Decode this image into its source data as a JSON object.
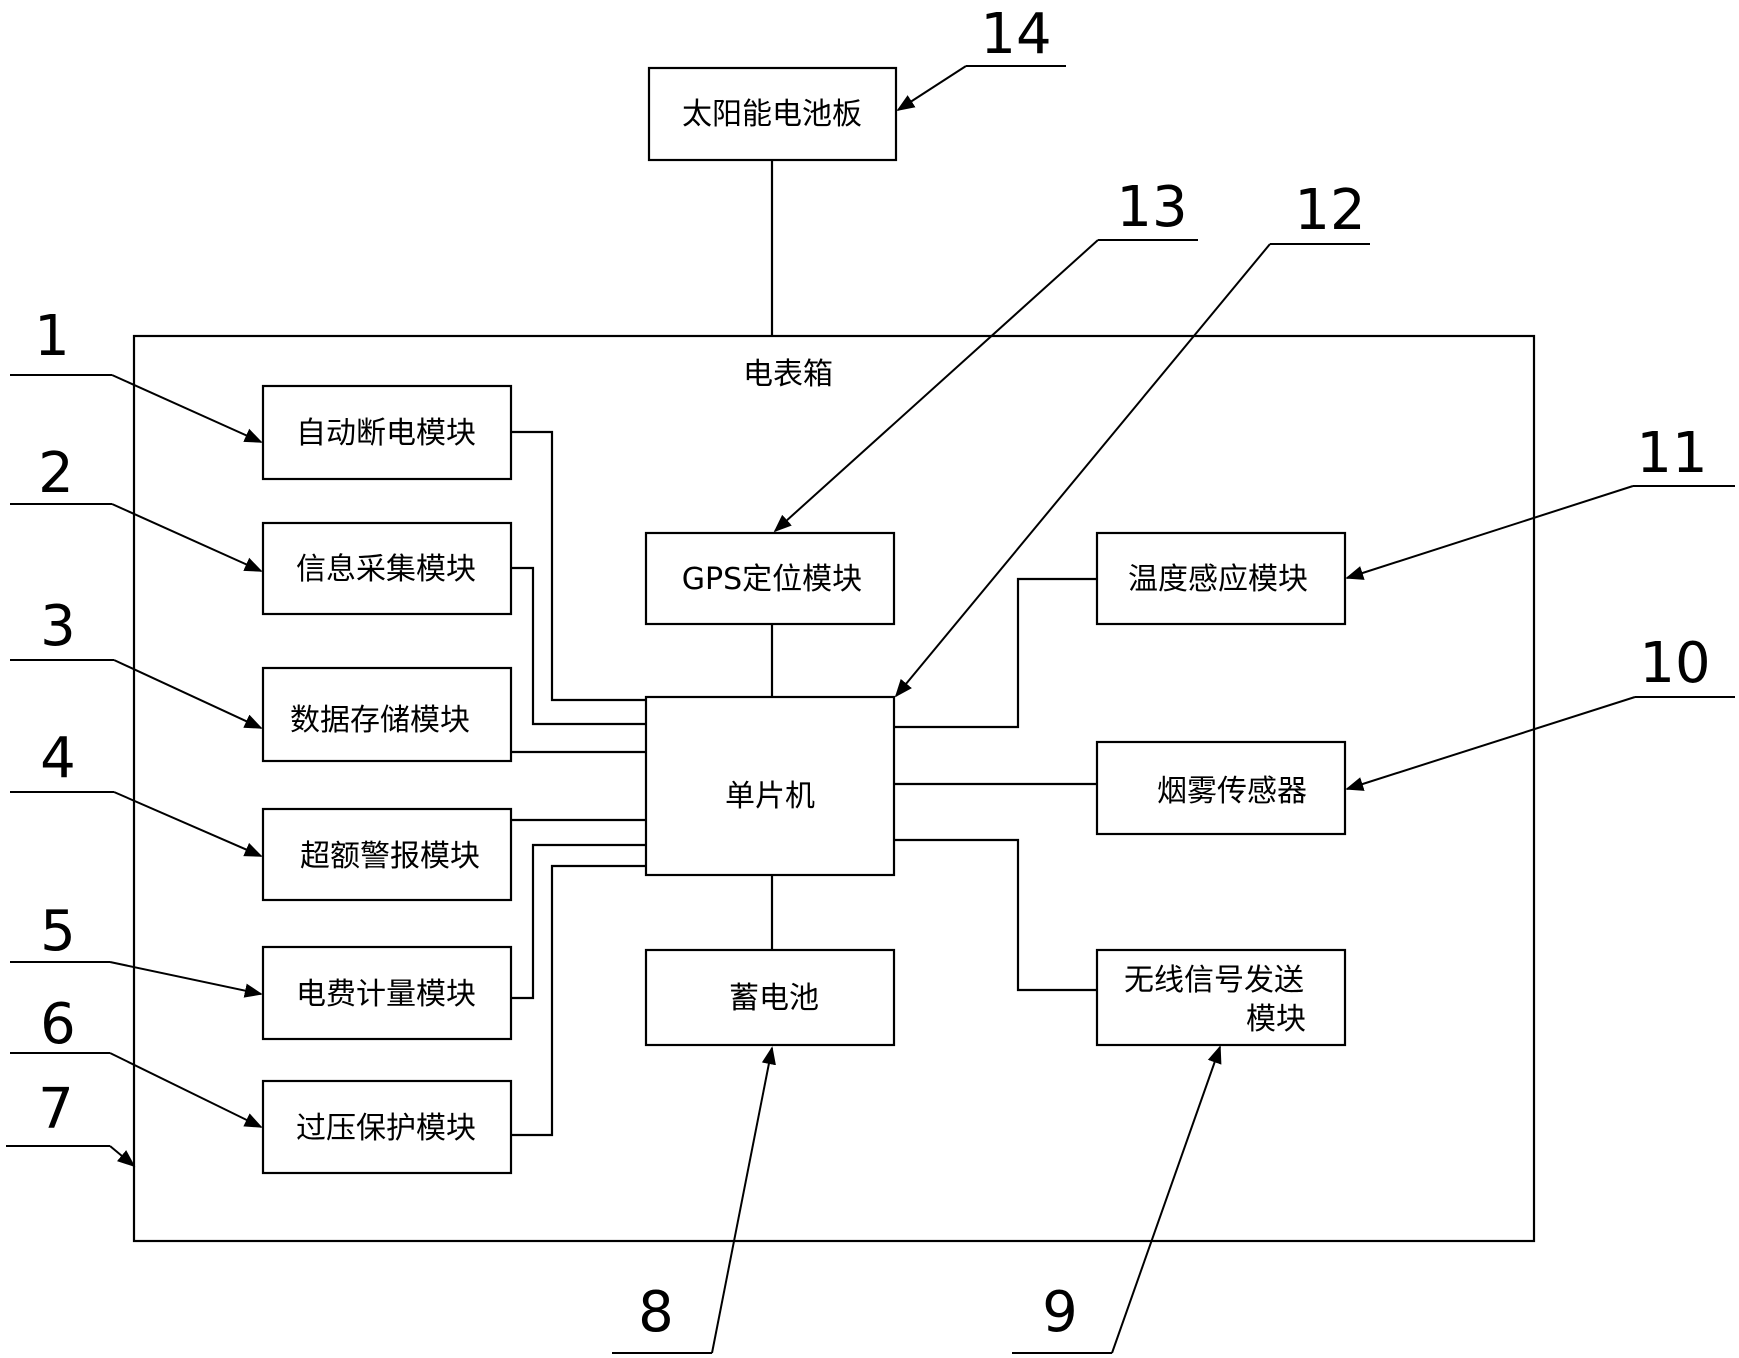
{
  "enclosure": {
    "label": "电表箱"
  },
  "modules": {
    "solar_panel": "太阳能电池板",
    "auto_power_off": "自动断电模块",
    "info_collection": "信息采集模块",
    "data_storage": "数据存储模块",
    "overlimit_alarm": "超额警报模块",
    "billing_metering": "电费计量模块",
    "overvoltage_protection": "过压保护模块",
    "gps": "GPS定位模块",
    "mcu": "单片机",
    "battery": "蓄电池",
    "temperature_sensing": "温度感应模块",
    "smoke_sensor": "烟雾传感器",
    "wireless_tx_line1": "无线信号发送",
    "wireless_tx_line2": "模块"
  },
  "reference_numbers": {
    "n1": "1",
    "n2": "2",
    "n3": "3",
    "n4": "4",
    "n5": "5",
    "n6": "6",
    "n7": "7",
    "n8": "8",
    "n9": "9",
    "n10": "10",
    "n11": "11",
    "n12": "12",
    "n13": "13",
    "n14": "14"
  }
}
